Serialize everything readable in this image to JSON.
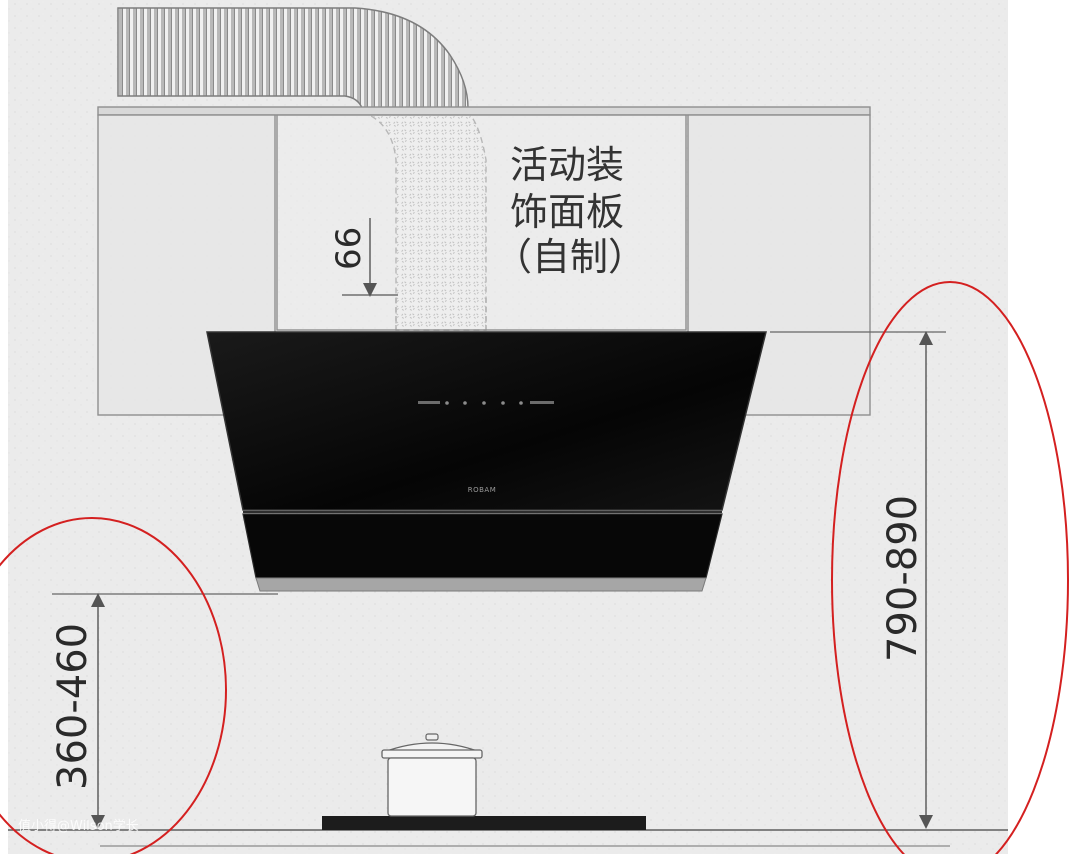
{
  "diagram": {
    "panel_label": {
      "line1": "活动装",
      "line2": "饰面板",
      "line3": "（自制）"
    },
    "dimensions": {
      "duct_gap": "66",
      "counter_to_hood": "360-460",
      "hob_to_cabinet_bottom": "790-890"
    },
    "hood_brand": "ROBAM",
    "watermark": "值小得@Wilson学长",
    "colors": {
      "background": "#ffffff",
      "wall": "#ebebeb",
      "cabinet": "#e6e6e6",
      "hood_glass": "#0c0c0c",
      "annotation_circle": "#d42020"
    }
  }
}
